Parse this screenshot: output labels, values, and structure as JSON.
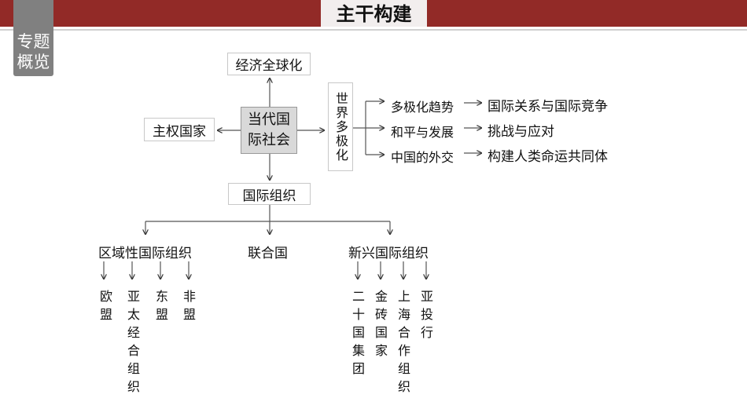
{
  "header": {
    "title": "主干构建",
    "side_tab": "专题概览"
  },
  "center": "当代国际社会",
  "top": "经济全球化",
  "left": "主权国家",
  "bottom": "国际组织",
  "right": "世界多极化",
  "branches": [
    {
      "label": "多极化趋势",
      "result": "国际关系与国际竞争"
    },
    {
      "label": "和平与发展",
      "result": "挑战与应对"
    },
    {
      "label": "中国的外交",
      "result": "构建人类命运共同体"
    }
  ],
  "orgs": {
    "regional": {
      "label": "区域性国际组织",
      "items": [
        "欧盟",
        "亚太经合组织",
        "东盟",
        "非盟"
      ]
    },
    "un": {
      "label": "联合国"
    },
    "emerging": {
      "label": "新兴国际组织",
      "items": [
        "二十国集团",
        "金砖国家",
        "上海合作组织",
        "亚投行"
      ]
    }
  }
}
